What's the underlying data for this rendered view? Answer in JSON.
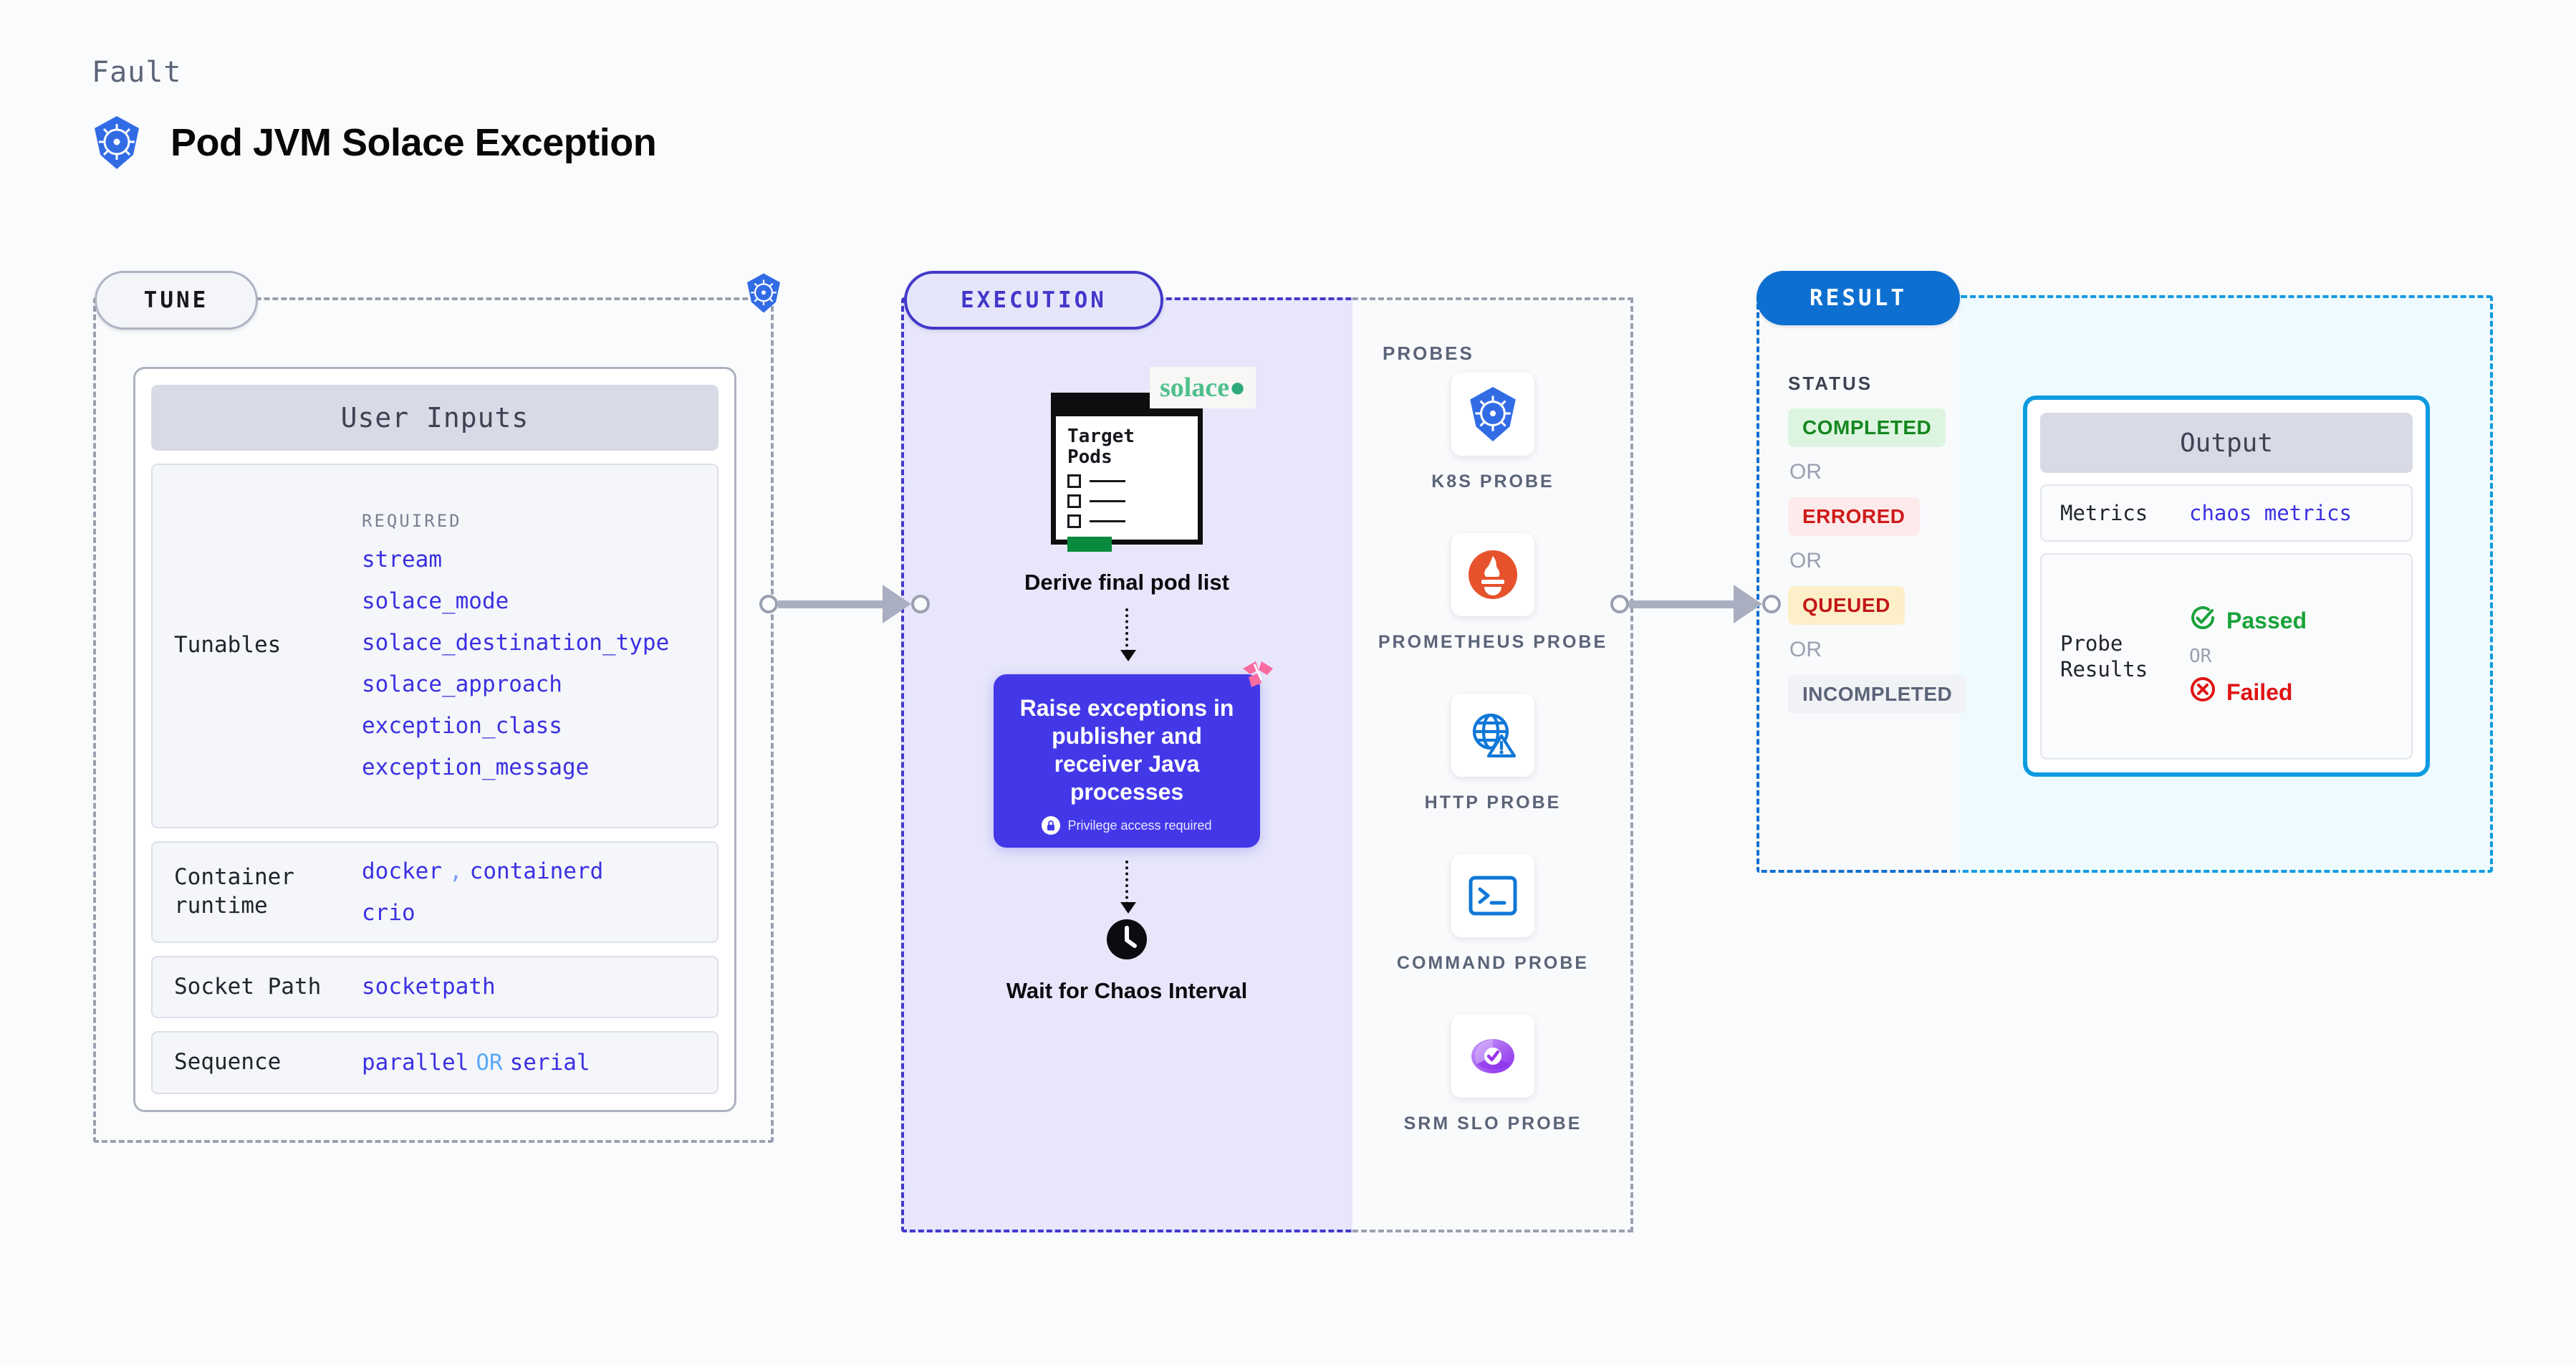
{
  "header": {
    "kicker": "Fault",
    "title": "Pod JVM Solace Exception",
    "icon": "kubernetes-icon"
  },
  "stages": {
    "tune": {
      "label": "TUNE"
    },
    "execution": {
      "label": "EXECUTION"
    },
    "result": {
      "label": "RESULT"
    }
  },
  "tune": {
    "card_title": "User Inputs",
    "rows": [
      {
        "label": "Tunables",
        "required_tag": "REQUIRED",
        "values": [
          "stream",
          "solace_mode",
          "solace_destination_type",
          "solace_approach",
          "exception_class",
          "exception_message"
        ]
      },
      {
        "label": "Container runtime",
        "values": [
          "docker",
          "containerd",
          "crio"
        ],
        "separator": ","
      },
      {
        "label": "Socket Path",
        "values": [
          "socketpath"
        ]
      },
      {
        "label": "Sequence",
        "values": [
          "parallel",
          "serial"
        ],
        "joiner": "OR"
      }
    ]
  },
  "execution": {
    "pod_card": {
      "title": "Target Pods",
      "vendor_badge": "solace",
      "vendor_dot": "●"
    },
    "step1_caption": "Derive final pod list",
    "action": {
      "title": "Raise exceptions in publisher and receiver Java processes",
      "note": "Privilege access required",
      "badge_icon": "litmuschaos-icon",
      "lock_icon": "lock-icon"
    },
    "step3_caption": "Wait for Chaos Interval",
    "clock_icon": "clock-icon"
  },
  "probes": {
    "label": "PROBES",
    "items": [
      {
        "name": "K8S PROBE",
        "icon": "kubernetes-icon"
      },
      {
        "name": "PROMETHEUS PROBE",
        "icon": "prometheus-icon"
      },
      {
        "name": "HTTP PROBE",
        "icon": "http-globe-warning-icon"
      },
      {
        "name": "COMMAND PROBE",
        "icon": "terminal-icon"
      },
      {
        "name": "SRM SLO PROBE",
        "icon": "srm-slo-donut-icon"
      }
    ]
  },
  "result": {
    "status_label": "STATUS",
    "or_text": "OR",
    "statuses": [
      "COMPLETED",
      "ERRORED",
      "QUEUED",
      "INCOMPLETED"
    ]
  },
  "output": {
    "title": "Output",
    "metrics_label": "Metrics",
    "metrics_value": "chaos metrics",
    "probe_results_label": "Probe Results",
    "passed_label": "Passed",
    "failed_label": "Failed",
    "or_text": "OR",
    "passed_icon": "check-circle-icon",
    "failed_icon": "x-circle-icon"
  },
  "colors": {
    "accent_purple": "#4338ca",
    "action_purple": "#4338e8",
    "result_blue": "#0d6fd0",
    "output_cyan": "#0d9ae0",
    "kube_blue": "#326ce5",
    "token_blue": "#3b30e0",
    "pass_green": "#19a33a",
    "fail_red": "#e01414",
    "queued_amber": "#fdefc7",
    "litmus_pink": "#f96ca0"
  }
}
